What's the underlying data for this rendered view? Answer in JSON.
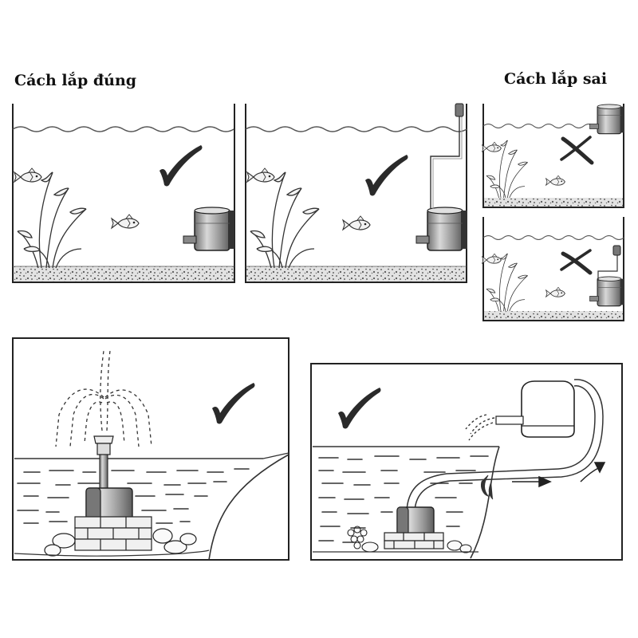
{
  "headings": {
    "correct": "Cách lắp đúng",
    "wrong": "Cách lắp sai"
  },
  "icons": {
    "correct": "check-mark-icon",
    "wrong": "cross-mark-icon"
  },
  "panels": [
    {
      "id": "aquarium-pump-on-wall",
      "verdict": "correct"
    },
    {
      "id": "aquarium-pump-with-airline",
      "verdict": "correct"
    },
    {
      "id": "aquarium-pump-at-surface",
      "verdict": "wrong"
    },
    {
      "id": "aquarium-pump-with-airline-at-surface",
      "verdict": "wrong"
    },
    {
      "id": "pond-fountain",
      "verdict": "correct"
    },
    {
      "id": "pond-pump-to-filter",
      "verdict": "correct"
    }
  ],
  "colors": {
    "ink": "#222222",
    "pump_body": "#9a9a9a",
    "gravel": "#555555"
  }
}
